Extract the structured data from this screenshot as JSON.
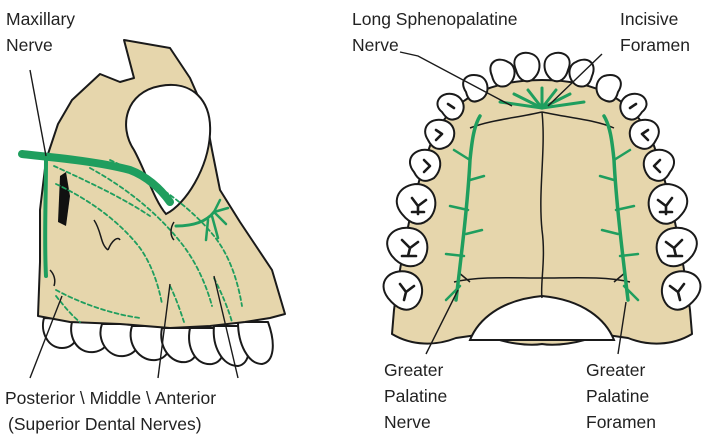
{
  "colors": {
    "bone": "#e6d6ac",
    "nerve": "#1f9e5e",
    "outline": "#1a1a1a",
    "tooth": "#ffffff",
    "text": "#222222"
  },
  "left_figure": {
    "maxillary_label_line1": "Maxillary",
    "maxillary_label_line2": "Nerve",
    "bottom_label_line1": "Posterior \\ Middle \\ Anterior",
    "bottom_label_line2": "(Superior Dental Nerves)"
  },
  "right_figure": {
    "long_spheno_line1": "Long Sphenopalatine",
    "long_spheno_line2": "Nerve",
    "incisive_line1": "Incisive",
    "incisive_line2": "Foramen",
    "greater_nerve_line1": "Greater",
    "greater_nerve_line2": "Palatine",
    "greater_nerve_line3": "Nerve",
    "greater_foramen_line1": "Greater",
    "greater_foramen_line2": "Palatine",
    "greater_foramen_line3": "Foramen"
  }
}
